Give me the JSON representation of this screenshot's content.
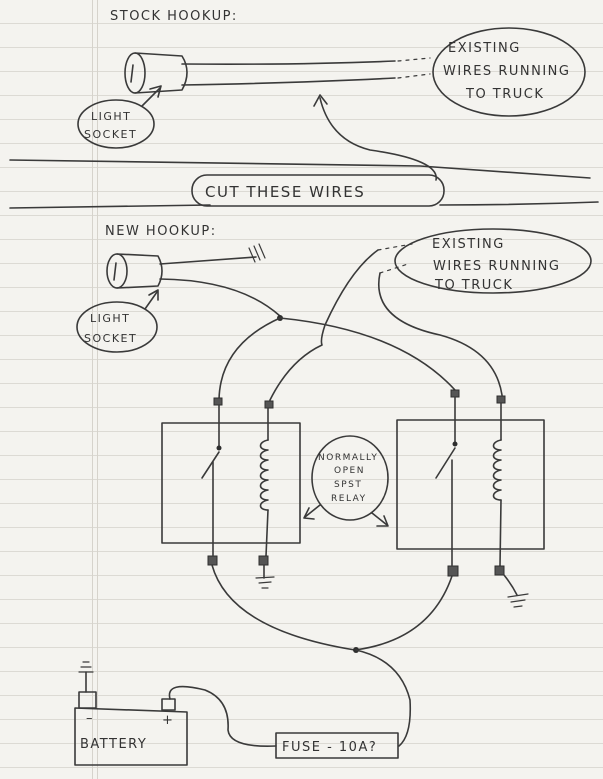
{
  "stock": {
    "heading": "STOCK HOOKUP:",
    "bubble_lines": [
      "EXISTING",
      "WIRES RUNNING",
      "TO TRUCK"
    ],
    "socket_lines": [
      "LIGHT",
      "SOCKET"
    ],
    "cut_label": "CUT THESE WIRES"
  },
  "new": {
    "heading": "NEW HOOKUP:",
    "bubble_lines": [
      "EXISTING",
      "WIRES RUNNING",
      "TO TRUCK"
    ],
    "socket_lines": [
      "LIGHT",
      "SOCKET"
    ],
    "relay_lines": [
      "NORMALLY",
      "OPEN",
      "SPST",
      "RELAY"
    ],
    "battery_label": "BATTERY",
    "battery_neg": "–",
    "battery_pos": "+",
    "fuse_label": "FUSE - 10A?"
  },
  "colors": {
    "ink": "#3a3a3a",
    "paper": "#f4f3ef",
    "rule": "#dcdad4"
  }
}
